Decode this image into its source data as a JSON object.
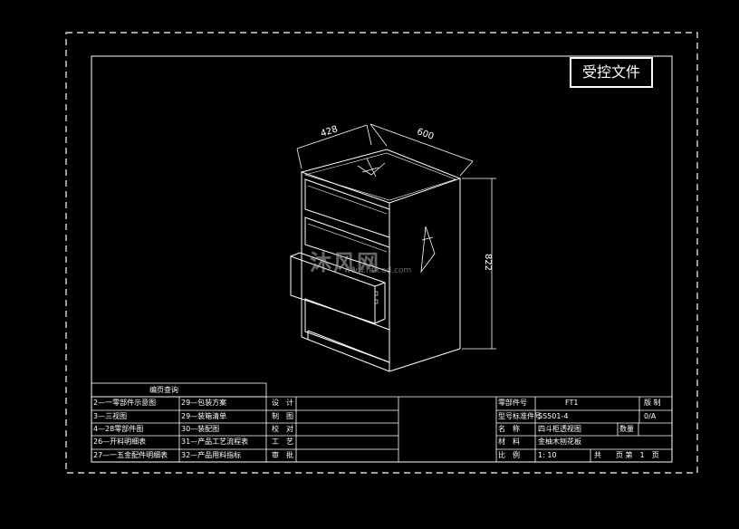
{
  "stamp": "受控文件",
  "dimensions": {
    "depth": "428",
    "width": "600",
    "height": "822"
  },
  "watermark": {
    "brand": "沐风网",
    "site": "www.mfcad.com"
  },
  "page_index": {
    "title": "编页查询",
    "col1": [
      "2—一零部件示意图",
      "3—三视图",
      "4—28零部件图",
      "26—开料明细表",
      "27—一五金配件明细表"
    ],
    "col2": [
      "29—包装方案",
      "29—装箱清单",
      "30—装配图",
      "31—产品工艺流程表",
      "32—产品用料指标"
    ]
  },
  "signoff": {
    "labels": [
      "设　计",
      "制　图",
      "校　对",
      "工　艺",
      "审　批"
    ]
  },
  "title_block": {
    "part_no_label": "零部件号",
    "part_no": "FT1",
    "version_label": "版 制",
    "version": "0/A",
    "model_label": "型号标准件号",
    "model": "SS501-4",
    "name_label": "名　称",
    "name": "四斗柜透视图",
    "qty_label": "数量",
    "material_label": "材　料",
    "material": "金柚木刨花板",
    "scale_label": "比　例",
    "scale": "1: 10",
    "pages": "共　　页 第　1　页"
  }
}
